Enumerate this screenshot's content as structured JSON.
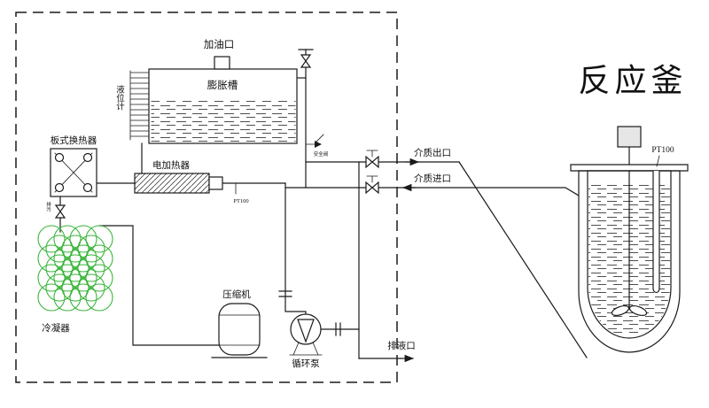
{
  "diagram": {
    "title": "反应釜",
    "labels": {
      "oil_fill_port": "加油口",
      "expansion_tank": "膨胀槽",
      "level_gauge": "液位计",
      "plate_heat_exchanger": "板式换热器",
      "electric_heater": "电加热器",
      "heater_sensor": "PT100",
      "safety_valve": "安全阀",
      "blowdown_valve": "排污",
      "condenser": "冷凝器",
      "compressor": "压缩机",
      "circulation_pump": "循环泵",
      "medium_outlet": "介质出口",
      "medium_inlet": "介质进口",
      "drain_port": "排液口",
      "reactor_sensor": "PT100"
    },
    "colors": {
      "line": "#1a1a1a",
      "condenser_coil": "#3bb53b",
      "background": "#ffffff"
    }
  }
}
